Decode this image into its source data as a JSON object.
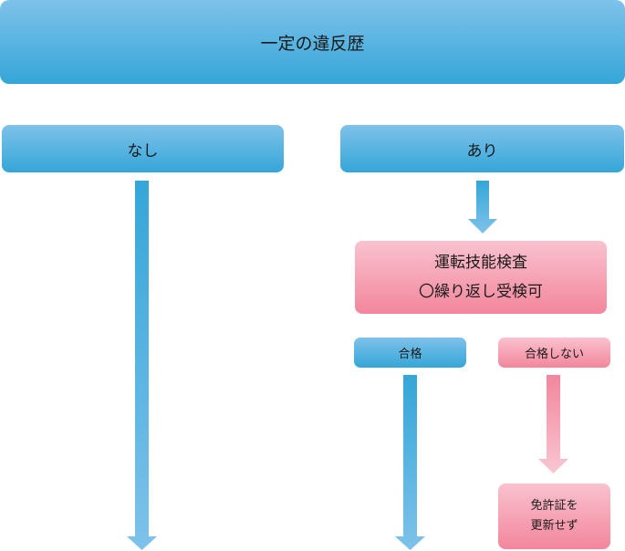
{
  "top": {
    "title": "一定の違反歴"
  },
  "branch_none": {
    "label": "なし"
  },
  "branch_yes": {
    "label": "あり"
  },
  "test": {
    "line1": "運転技能検査",
    "line2": "〇繰り返し受検可"
  },
  "result_pass": {
    "label": "合格"
  },
  "result_fail": {
    "label": "合格しない"
  },
  "outcome_no_renewal": {
    "line1": "免許証を",
    "line2": "更新せず"
  },
  "colors": {
    "blue_top": "#7ec2ea",
    "blue_bottom": "#35a6d8",
    "pink_top": "#f9c2cf",
    "pink_bottom": "#f3869c"
  }
}
